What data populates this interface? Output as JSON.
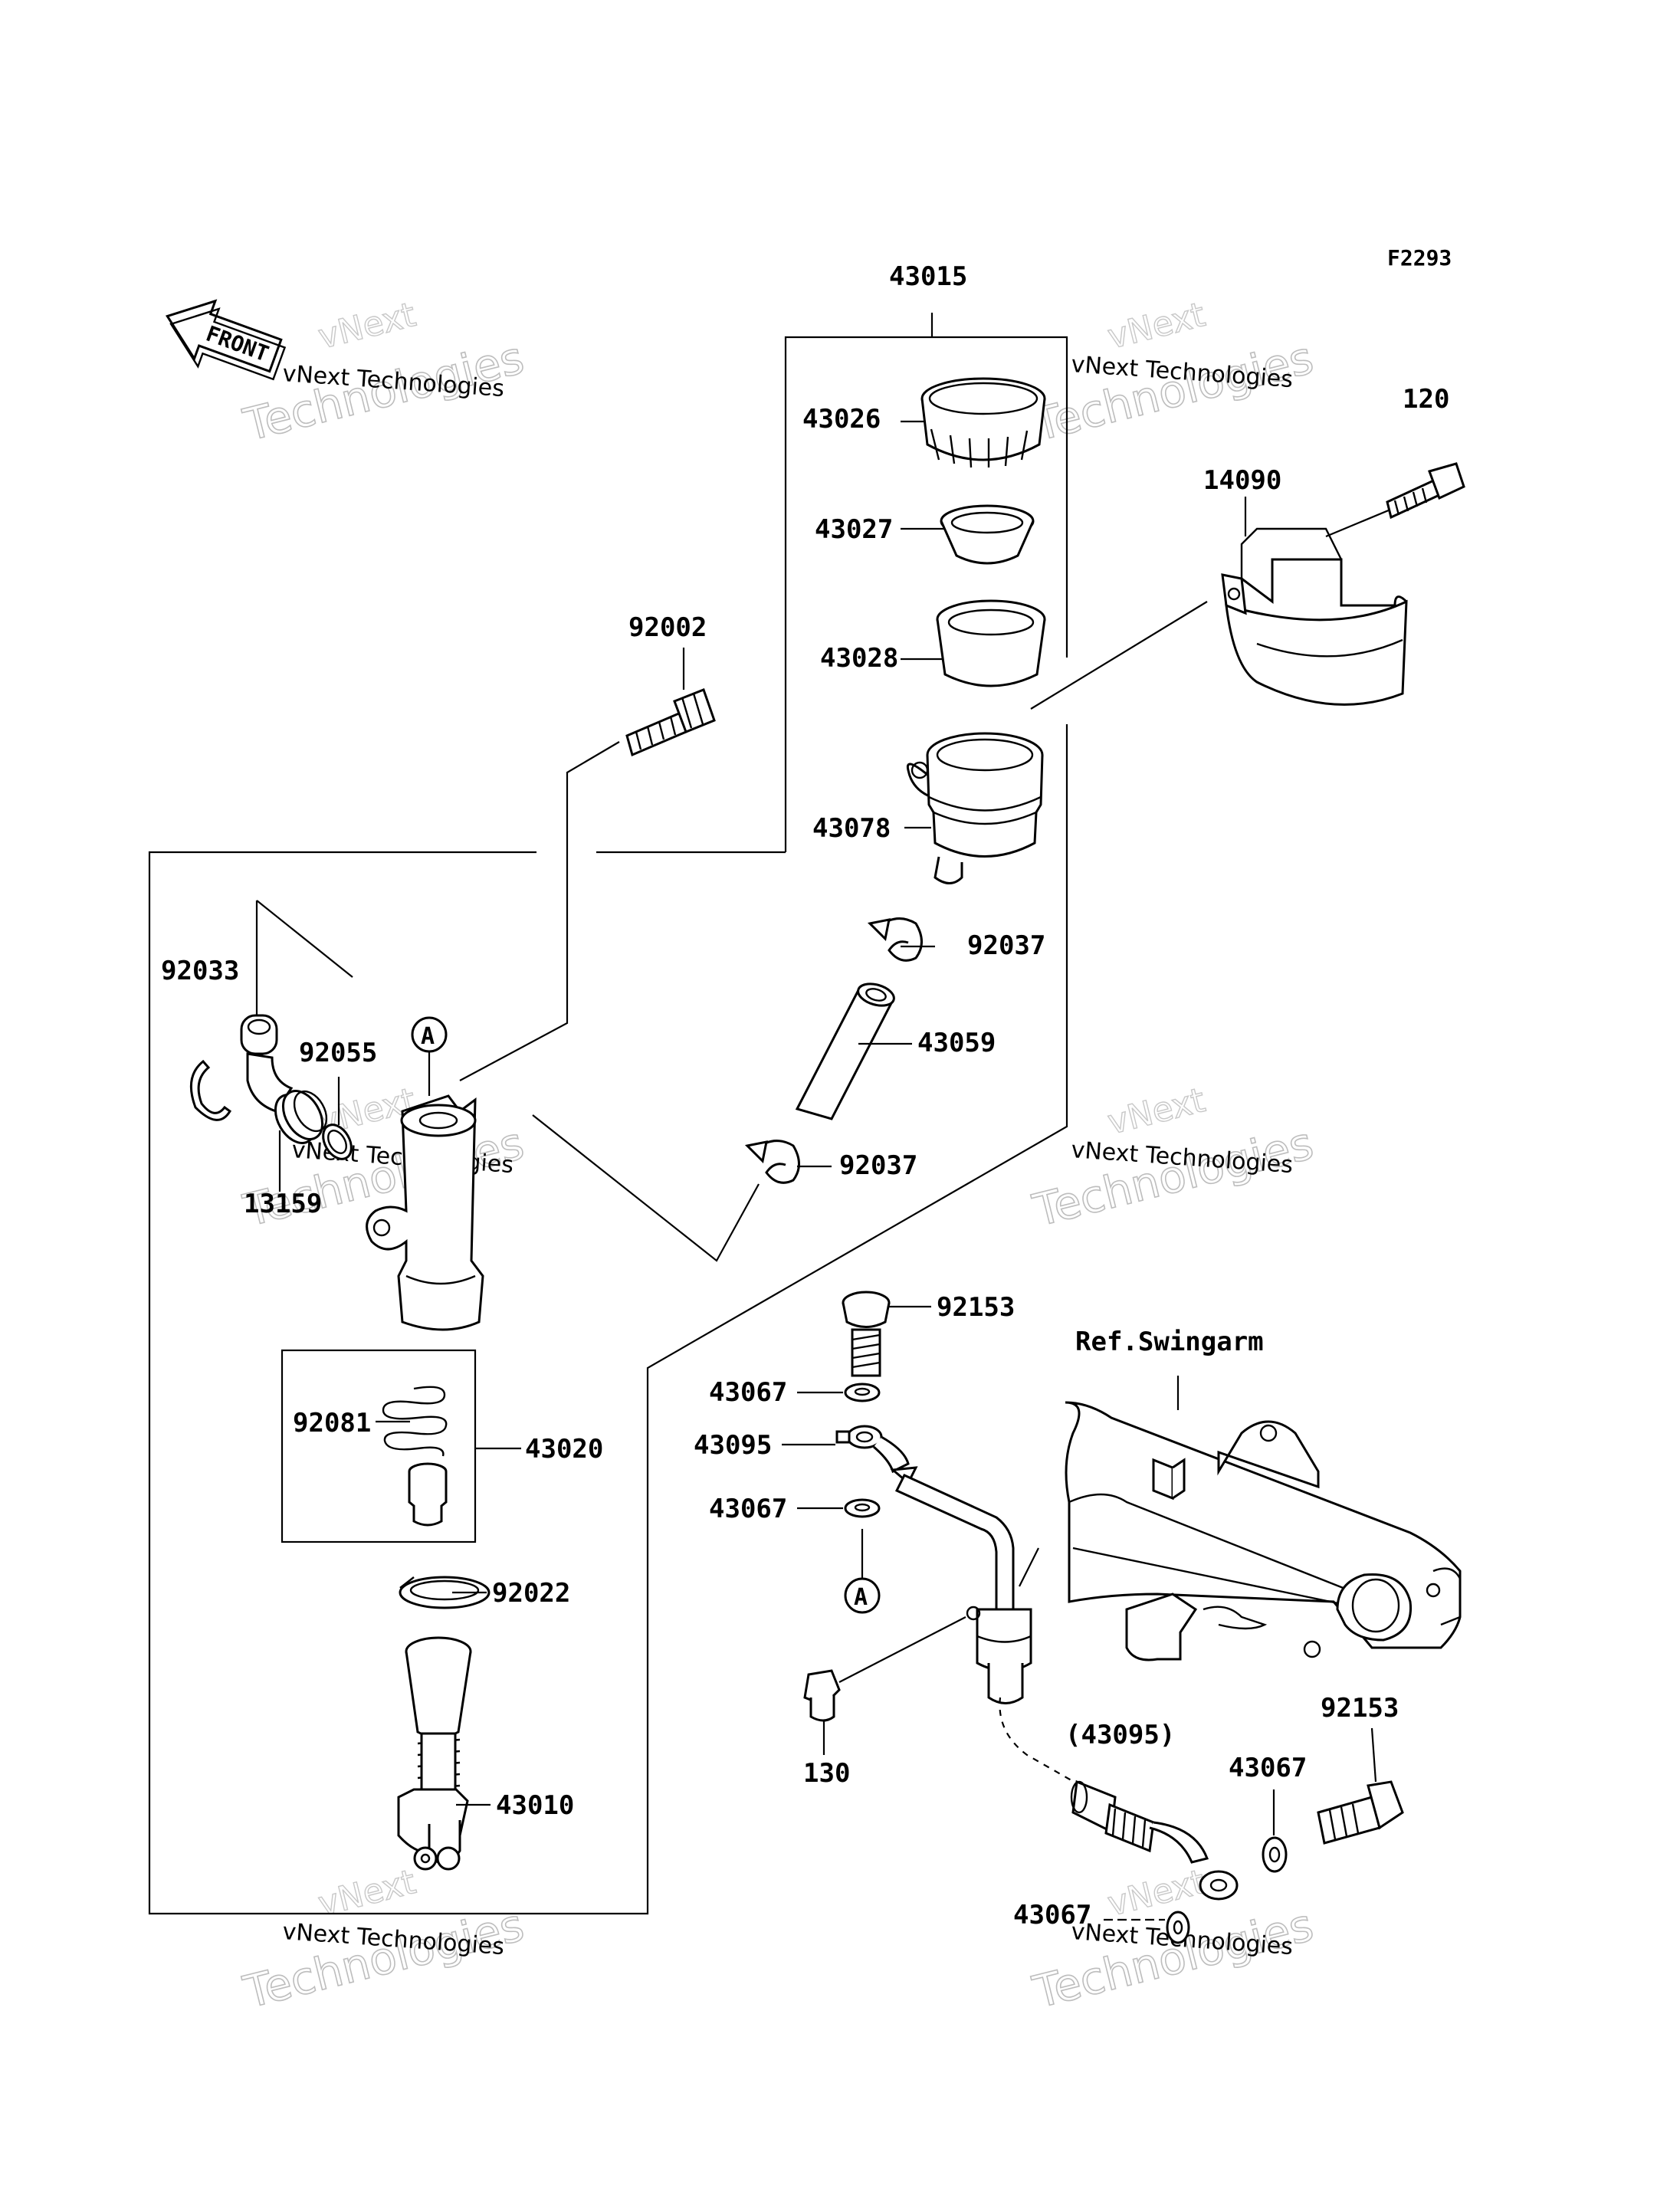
{
  "figure_code": "F2293",
  "front_arrow": {
    "text": "FRONT",
    "icon": "front-arrow-icon"
  },
  "reference_label": "Ref.Swingarm",
  "marker_letter": "A",
  "callouts": {
    "p43015": "43015",
    "p43026": "43026",
    "p43027": "43027",
    "p43028": "43028",
    "p43078": "43078",
    "p92037_top": "92037",
    "p43059": "43059",
    "p92037_bot": "92037",
    "p120": "120",
    "p14090": "14090",
    "p92002": "92002",
    "p92033": "92033",
    "p92055": "92055",
    "p13159": "13159",
    "p92081": "92081",
    "p43020": "43020",
    "p92022": "92022",
    "p43010": "43010",
    "p92153_top": "92153",
    "p43067_a": "43067",
    "p43095": "43095",
    "p43067_b": "43067",
    "p130": "130",
    "p43095_paren": "(43095)",
    "p92153_bot": "92153",
    "p43067_c": "43067",
    "p43067_d": "43067"
  },
  "watermark": {
    "small": "vNext Technologies",
    "large": "Technologies",
    "brand": "vNext"
  }
}
